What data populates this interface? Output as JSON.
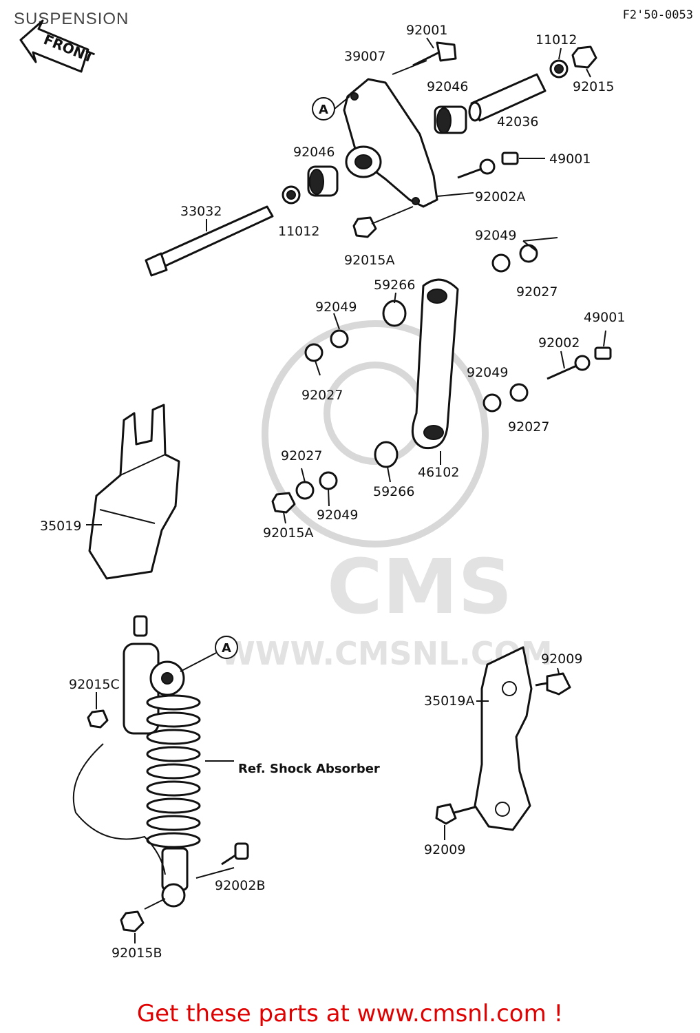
{
  "header": {
    "title": "SUSPENSION",
    "reference": "F2'50-0053",
    "front_label": "FRONT"
  },
  "watermark": {
    "brand": "CMS",
    "url": "WWW.CMSNL.COM"
  },
  "callouts": {
    "a_marker": "A",
    "ref_shock_absorber": "Ref. Shock Absorber"
  },
  "parts": {
    "p92001": "92001",
    "p39007": "39007",
    "p11012_top": "11012",
    "p92015": "92015",
    "p92046_top": "92046",
    "p42036": "42036",
    "p92046_mid": "92046",
    "p49001_top": "49001",
    "p92002A": "92002A",
    "p33032": "33032",
    "p11012_mid": "11012",
    "p92015A_top": "92015A",
    "p92049_right": "92049",
    "p92027_right": "92027",
    "p59266_top": "59266",
    "p92049_left": "92049",
    "p92027_left": "92027",
    "p49001_right": "49001",
    "p92002": "92002",
    "p92049_lower": "92049",
    "p92027_lower": "92027",
    "p92027_bottom": "92027",
    "p59266_bottom": "59266",
    "p46102": "46102",
    "p92049_bottom": "92049",
    "p92015A_bottom": "92015A",
    "p35019": "35019",
    "p92009_top": "92009",
    "p35019A": "35019A",
    "p92015C": "92015C",
    "p92002B": "92002B",
    "p92009_bottom": "92009",
    "p92015B": "92015B"
  },
  "footer": {
    "text": "Get these parts at www.cmsnl.com !"
  },
  "colors": {
    "footer_text": "#e00000",
    "line_art": "#111111",
    "watermark": "#d8d8d8"
  }
}
